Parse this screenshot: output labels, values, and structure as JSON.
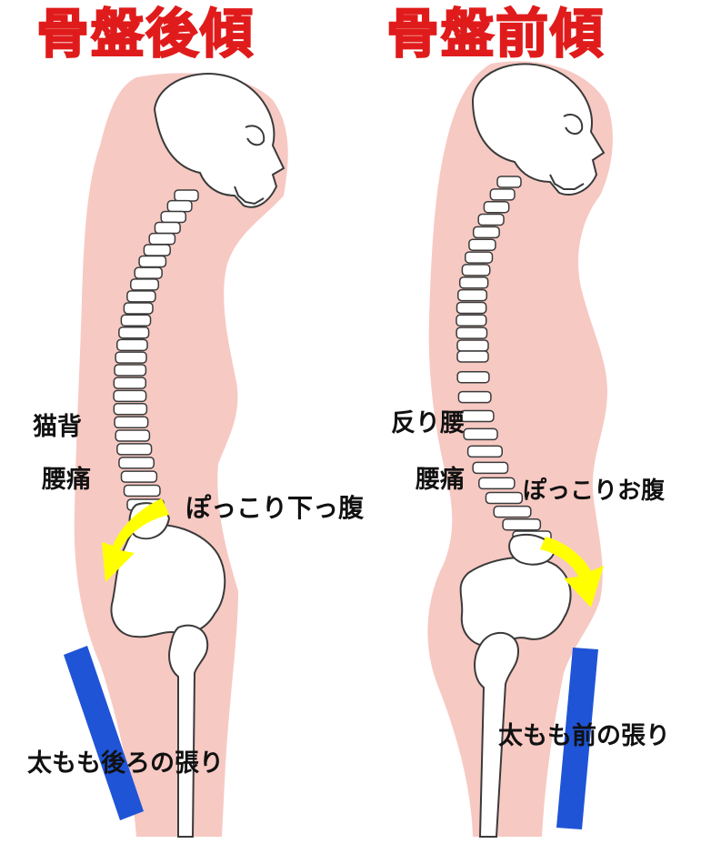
{
  "colors": {
    "title": "#e01b1b",
    "body_silhouette": "#f7c9c3",
    "bone": "#ffffff",
    "bone_outline": "#3a3a3a",
    "arrow": "#ffff00",
    "bar": "#1f54d6",
    "label": "#111111"
  },
  "left": {
    "title": "骨盤後傾",
    "label_upper": "猫背",
    "label_lower": "腰痛",
    "belly_label": "ぽっこり下っ腹",
    "thigh_label": "太もも後ろの張り"
  },
  "right": {
    "title": "骨盤前傾",
    "label_upper": "反り腰",
    "label_lower": "腰痛",
    "belly_label": "ぽっこりお腹",
    "thigh_label": "太もも前の張り"
  }
}
